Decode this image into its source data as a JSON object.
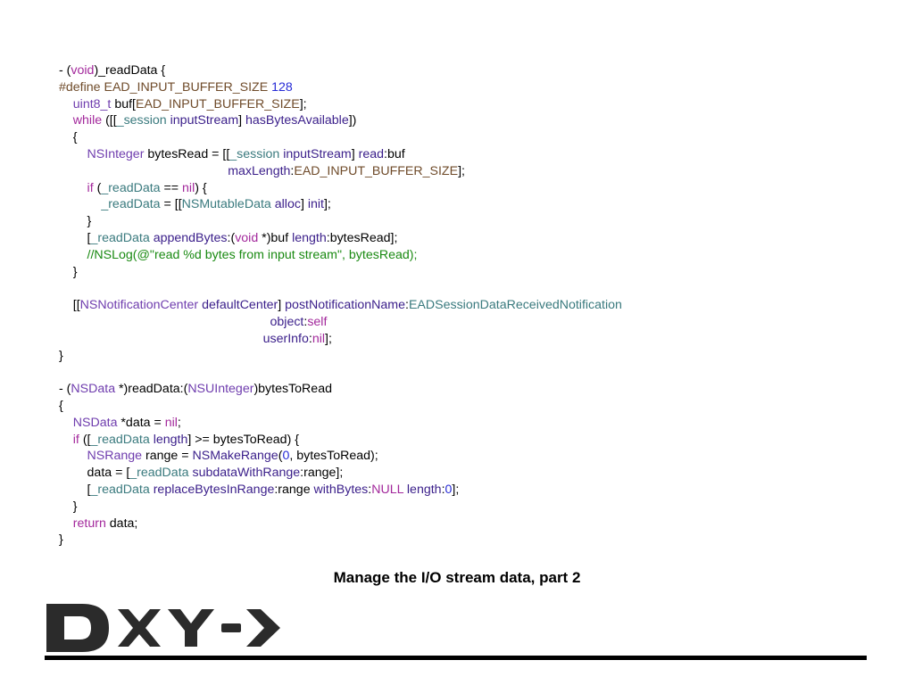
{
  "code_lines": [
    [
      [
        "pl",
        "- ("
      ],
      [
        "kw",
        "void"
      ],
      [
        "pl",
        ")_readData {"
      ]
    ],
    [
      [
        "pp",
        "#define EAD_INPUT_BUFFER_SIZE "
      ],
      [
        "nm",
        "128"
      ]
    ],
    [
      [
        "pl",
        "    "
      ],
      [
        "ty",
        "uint8_t"
      ],
      [
        "pl",
        " buf["
      ],
      [
        "pp",
        "EAD_INPUT_BUFFER_SIZE"
      ],
      [
        "pl",
        "];"
      ]
    ],
    [
      [
        "pl",
        "    "
      ],
      [
        "kw",
        "while"
      ],
      [
        "pl",
        " ([["
      ],
      [
        "iv",
        "_session"
      ],
      [
        "pl",
        " "
      ],
      [
        "mt",
        "inputStream"
      ],
      [
        "pl",
        "] "
      ],
      [
        "mt",
        "hasBytesAvailable"
      ],
      [
        "pl",
        "])"
      ]
    ],
    [
      [
        "pl",
        "    {"
      ]
    ],
    [
      [
        "pl",
        "        "
      ],
      [
        "ty",
        "NSInteger"
      ],
      [
        "pl",
        " bytesRead = [["
      ],
      [
        "iv",
        "_session"
      ],
      [
        "pl",
        " "
      ],
      [
        "mt",
        "inputStream"
      ],
      [
        "pl",
        "] "
      ],
      [
        "mt",
        "read"
      ],
      [
        "pl",
        ":buf"
      ]
    ],
    [
      [
        "pl",
        "                                                "
      ],
      [
        "mt",
        "maxLength"
      ],
      [
        "pl",
        ":"
      ],
      [
        "pp",
        "EAD_INPUT_BUFFER_SIZE"
      ],
      [
        "pl",
        "];"
      ]
    ],
    [
      [
        "pl",
        "        "
      ],
      [
        "kw",
        "if"
      ],
      [
        "pl",
        " ("
      ],
      [
        "iv",
        "_readData"
      ],
      [
        "pl",
        " == "
      ],
      [
        "kw",
        "nil"
      ],
      [
        "pl",
        ") {"
      ]
    ],
    [
      [
        "pl",
        "            "
      ],
      [
        "iv",
        "_readData"
      ],
      [
        "pl",
        " = [["
      ],
      [
        "iv",
        "NSMutableData"
      ],
      [
        "pl",
        " "
      ],
      [
        "mt",
        "alloc"
      ],
      [
        "pl",
        "] "
      ],
      [
        "mt",
        "init"
      ],
      [
        "pl",
        "];"
      ]
    ],
    [
      [
        "pl",
        "        }"
      ]
    ],
    [
      [
        "pl",
        "        ["
      ],
      [
        "iv",
        "_readData"
      ],
      [
        "pl",
        " "
      ],
      [
        "mt",
        "appendBytes"
      ],
      [
        "pl",
        ":("
      ],
      [
        "kw",
        "void"
      ],
      [
        "pl",
        " *)buf "
      ],
      [
        "mt",
        "length"
      ],
      [
        "pl",
        ":bytesRead];"
      ]
    ],
    [
      [
        "pl",
        "        "
      ],
      [
        "cm",
        "//NSLog(@\"read %d bytes from input stream\", bytesRead);"
      ]
    ],
    [
      [
        "pl",
        "    }"
      ]
    ],
    [
      [
        "pl",
        ""
      ]
    ],
    [
      [
        "pl",
        "    [["
      ],
      [
        "ty",
        "NSNotificationCenter"
      ],
      [
        "pl",
        " "
      ],
      [
        "mt",
        "defaultCenter"
      ],
      [
        "pl",
        "] "
      ],
      [
        "mt",
        "postNotificationName"
      ],
      [
        "pl",
        ":"
      ],
      [
        "iv",
        "EADSessionDataReceivedNotification"
      ]
    ],
    [
      [
        "pl",
        "                                                            "
      ],
      [
        "mt",
        "object"
      ],
      [
        "pl",
        ":"
      ],
      [
        "kw",
        "self"
      ]
    ],
    [
      [
        "pl",
        "                                                          "
      ],
      [
        "mt",
        "userInfo"
      ],
      [
        "pl",
        ":"
      ],
      [
        "kw",
        "nil"
      ],
      [
        "pl",
        "];"
      ]
    ],
    [
      [
        "pl",
        "}"
      ]
    ],
    [
      [
        "pl",
        ""
      ]
    ],
    [
      [
        "pl",
        "- ("
      ],
      [
        "ty",
        "NSData"
      ],
      [
        "pl",
        " *)readData:("
      ],
      [
        "ty",
        "NSUInteger"
      ],
      [
        "pl",
        ")bytesToRead"
      ]
    ],
    [
      [
        "pl",
        "{"
      ]
    ],
    [
      [
        "pl",
        "    "
      ],
      [
        "ty",
        "NSData"
      ],
      [
        "pl",
        " *data = "
      ],
      [
        "kw",
        "nil"
      ],
      [
        "pl",
        ";"
      ]
    ],
    [
      [
        "pl",
        "    "
      ],
      [
        "kw",
        "if"
      ],
      [
        "pl",
        " (["
      ],
      [
        "iv",
        "_readData"
      ],
      [
        "pl",
        " "
      ],
      [
        "mt",
        "length"
      ],
      [
        "pl",
        "] >= bytesToRead) {"
      ]
    ],
    [
      [
        "pl",
        "        "
      ],
      [
        "ty",
        "NSRange"
      ],
      [
        "pl",
        " range = "
      ],
      [
        "mt",
        "NSMakeRange"
      ],
      [
        "pl",
        "("
      ],
      [
        "nm",
        "0"
      ],
      [
        "pl",
        ", bytesToRead);"
      ]
    ],
    [
      [
        "pl",
        "        data = ["
      ],
      [
        "iv",
        "_readData"
      ],
      [
        "pl",
        " "
      ],
      [
        "mt",
        "subdataWithRange"
      ],
      [
        "pl",
        ":range];"
      ]
    ],
    [
      [
        "pl",
        "        ["
      ],
      [
        "iv",
        "_readData"
      ],
      [
        "pl",
        " "
      ],
      [
        "mt",
        "replaceBytesInRange"
      ],
      [
        "pl",
        ":range "
      ],
      [
        "mt",
        "withBytes"
      ],
      [
        "pl",
        ":"
      ],
      [
        "kw",
        "NULL"
      ],
      [
        "pl",
        " "
      ],
      [
        "mt",
        "length"
      ],
      [
        "pl",
        ":"
      ],
      [
        "nm",
        "0"
      ],
      [
        "pl",
        "];"
      ]
    ],
    [
      [
        "pl",
        "    }"
      ]
    ],
    [
      [
        "pl",
        "    "
      ],
      [
        "kw",
        "return"
      ],
      [
        "pl",
        " data;"
      ]
    ],
    [
      [
        "pl",
        "}"
      ]
    ]
  ],
  "caption": "Manage the I/O stream data, part 2",
  "logo": {
    "text": "DXY-",
    "icon": "chevron-right-arrow-icon",
    "color": "#2b2b2b"
  },
  "colors": {
    "keyword": "#a3299c",
    "type": "#6f3dae",
    "ivar": "#3a7a7e",
    "method": "#3a1e8a",
    "preprocessor": "#6f4b2a",
    "number": "#272bd6",
    "comment": "#1a8a12"
  }
}
